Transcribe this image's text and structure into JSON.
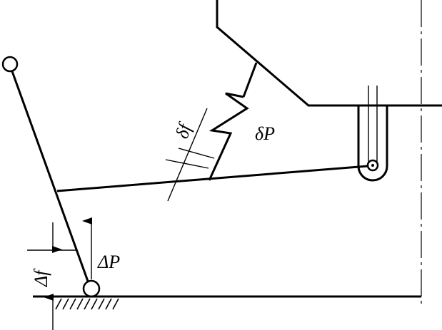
{
  "labels": {
    "delta_f": "δf",
    "delta_p": "δP",
    "cap_delta_f": "Δf",
    "cap_delta_p": "ΔP"
  },
  "colors": {
    "ink": "#000000",
    "background": "#ffffff"
  }
}
